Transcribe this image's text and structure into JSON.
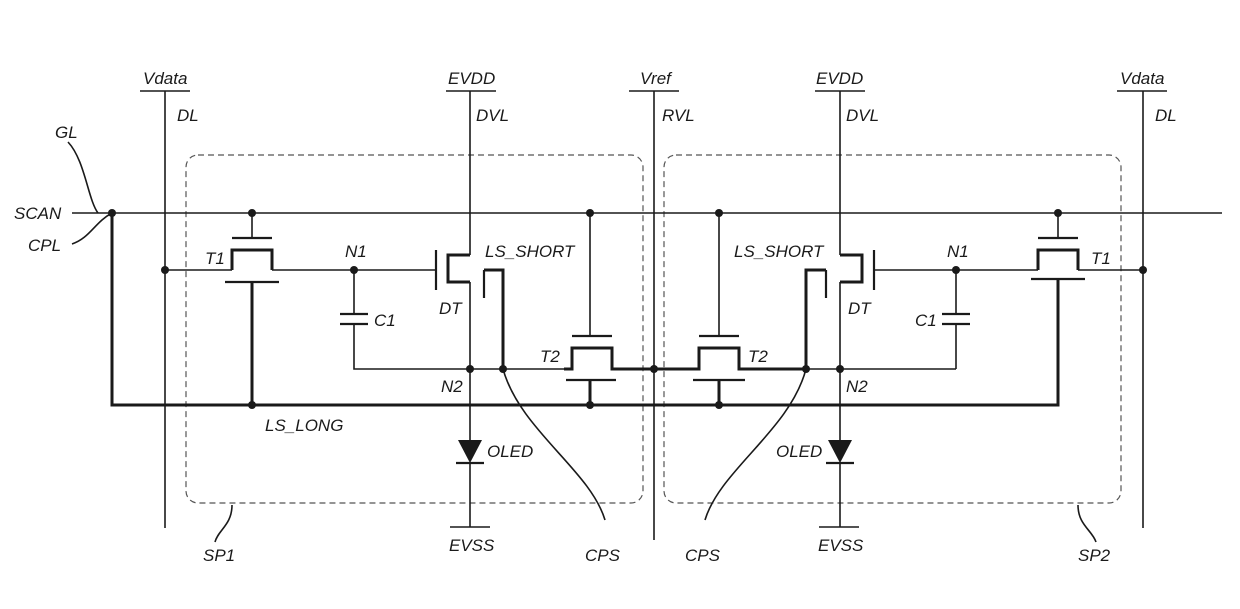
{
  "labels": {
    "vdata_left": "Vdata",
    "dl_left": "DL",
    "evdd_left": "EVDD",
    "dvl_left": "DVL",
    "vref": "Vref",
    "rvl": "RVL",
    "evdd_right": "EVDD",
    "dvl_right": "DVL",
    "vdata_right": "Vdata",
    "dl_right": "DL",
    "gl": "GL",
    "scan": "SCAN",
    "cpl": "CPL",
    "t1_left": "T1",
    "n1_left": "N1",
    "dt_left": "DT",
    "ls_short_left": "LS_SHORT",
    "c1_left": "C1",
    "t2_left": "T2",
    "n2_left": "N2",
    "ls_long": "LS_LONG",
    "oled_left": "OLED",
    "evss_left": "EVSS",
    "sp1": "SP1",
    "cps_left": "CPS",
    "ls_short_right": "LS_SHORT",
    "dt_right": "DT",
    "n1_right": "N1",
    "t1_right": "T1",
    "c1_right": "C1",
    "t2_right": "T2",
    "n2_right": "N2",
    "oled_right": "OLED",
    "cps_right": "CPS",
    "evss_right": "EVSS",
    "sp2": "SP2"
  }
}
